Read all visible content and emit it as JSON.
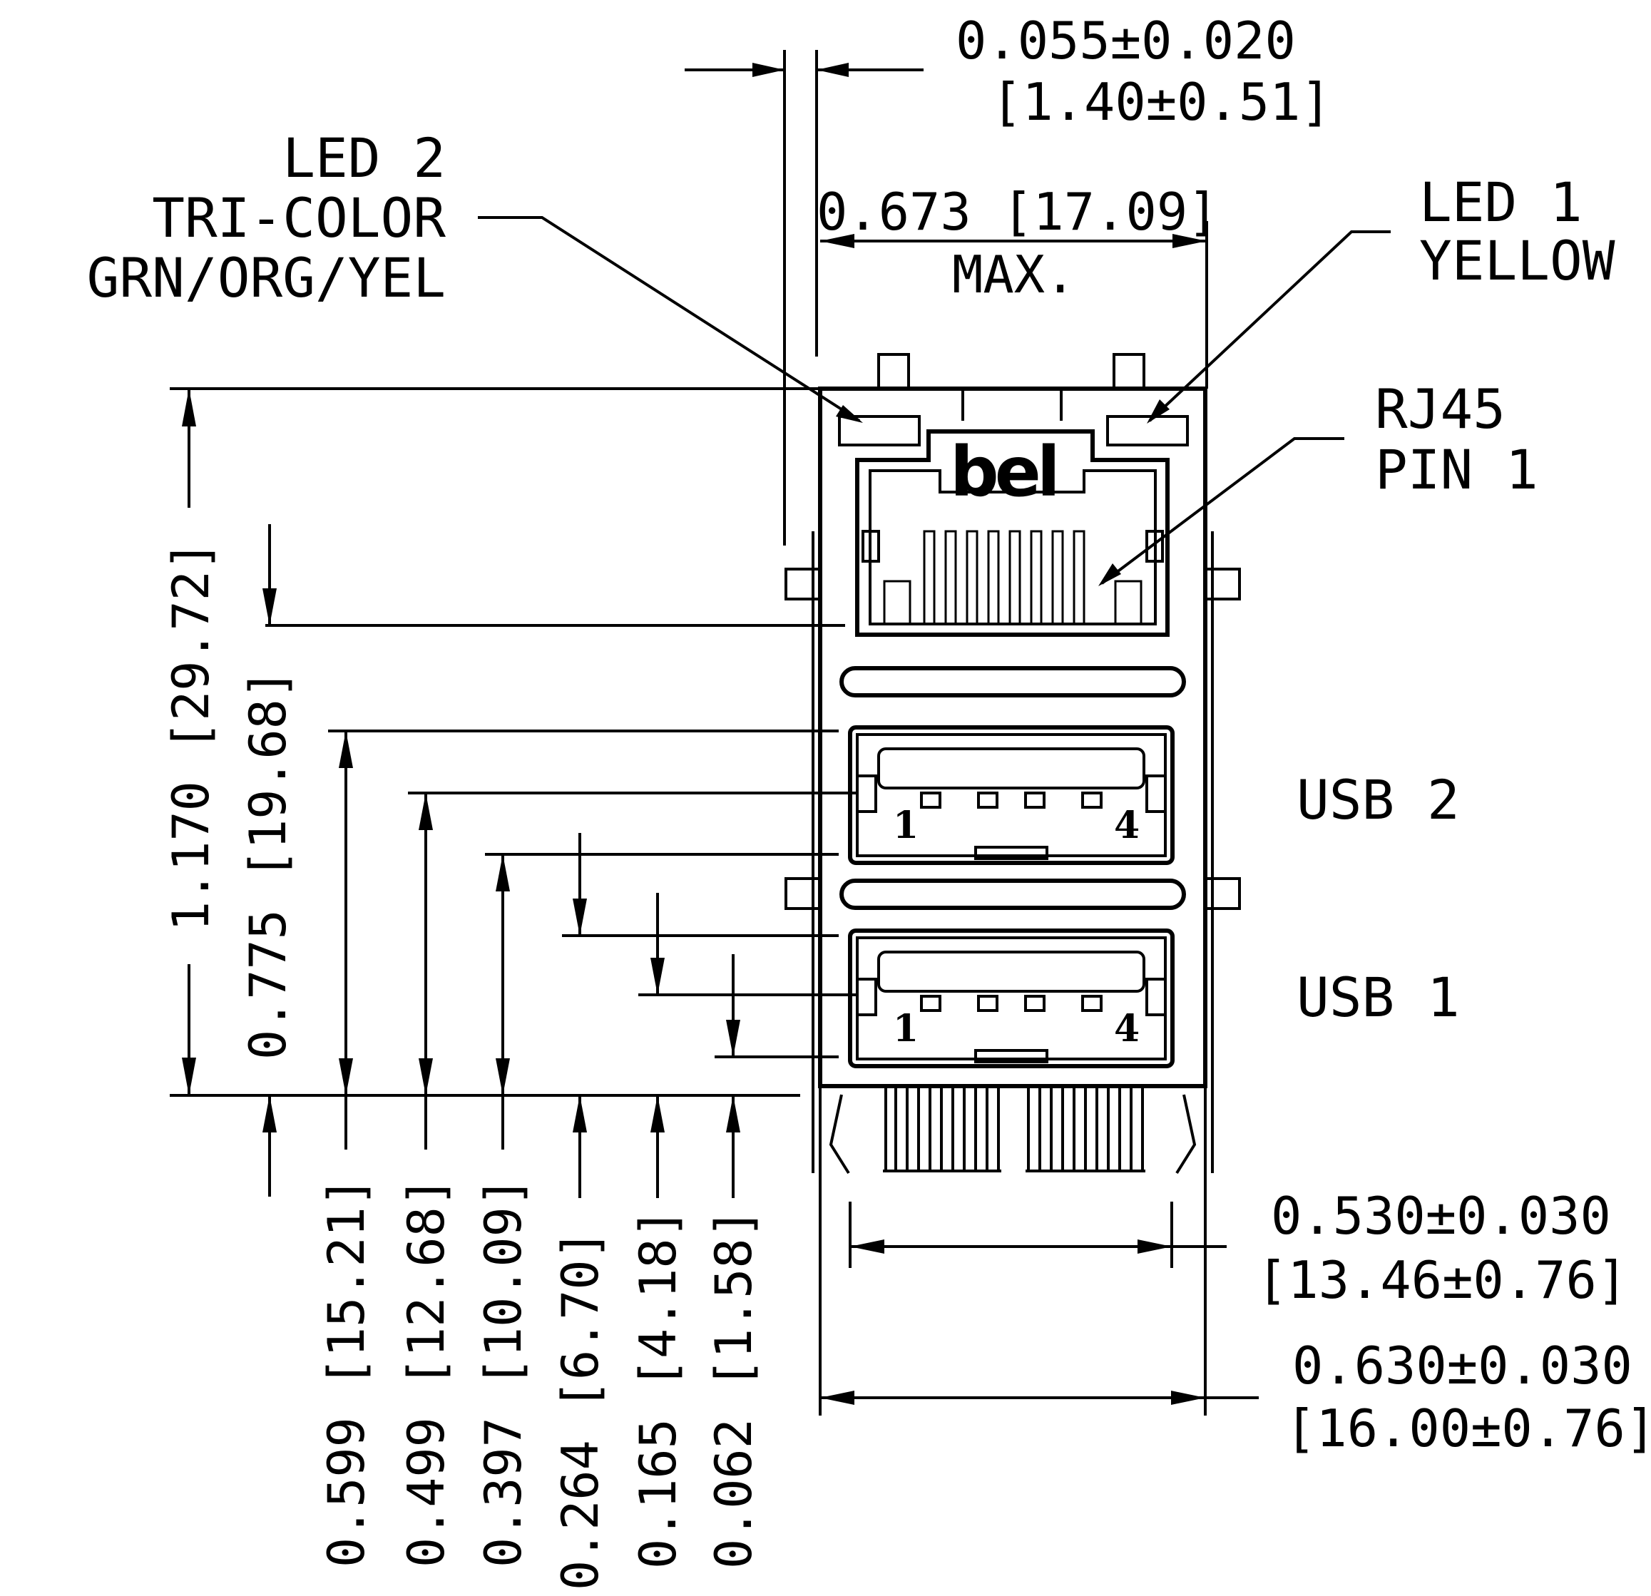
{
  "labels": {
    "led2": [
      "LED 2",
      "TRI-COLOR",
      "GRN/ORG/YEL"
    ],
    "led1": [
      "LED 1",
      "YELLOW"
    ],
    "rj45": [
      "RJ45",
      "PIN 1"
    ],
    "usb2": "USB 2",
    "usb1": "USB 1",
    "logo": "bel",
    "pin_first": "1",
    "pin_last": "4"
  },
  "dimensions": {
    "led_gap": [
      "0.055±0.020",
      "[1.40±0.51]"
    ],
    "top_width": [
      "0.673 [17.09]",
      "MAX."
    ],
    "height_total": "1.170 [29.72]",
    "height_rj45": "0.775 [19.68]",
    "inner_width": [
      "0.530±0.030",
      "[13.46±0.76]"
    ],
    "outer_width": [
      "0.630±0.030",
      "[16.00±0.76]"
    ],
    "vertical": [
      "0.599 [15.21]",
      "0.499 [12.68]",
      "0.397 [10.09]",
      "0.264 [6.70]",
      "0.165 [4.18]",
      "0.062 [1.58]"
    ]
  }
}
